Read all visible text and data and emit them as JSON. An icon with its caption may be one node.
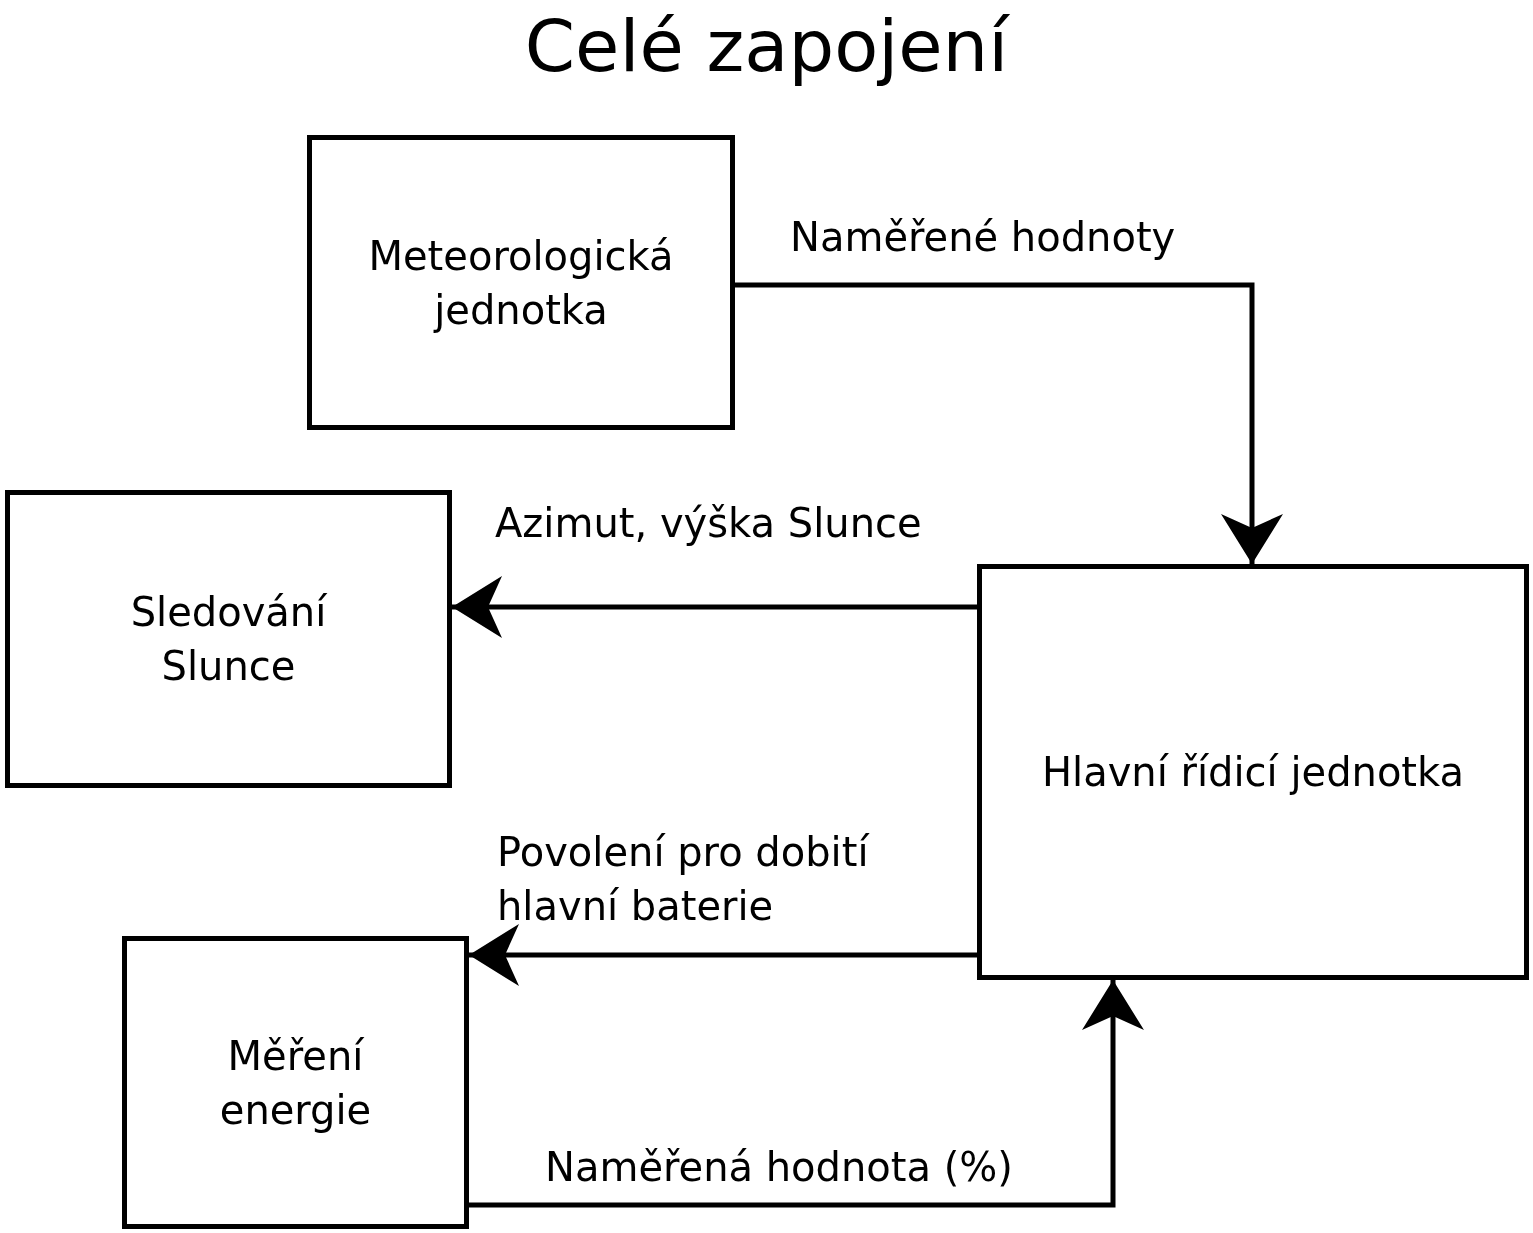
{
  "diagram": {
    "title": "Celé zapojení",
    "nodes": [
      {
        "text": [
          "Meteorologická jednotka"
        ]
      },
      {
        "text": [
          "Sledování Slunce"
        ]
      },
      {
        "text": [
          "Hlavní řídicí jednotka"
        ]
      },
      {
        "text": [
          "Měření energie"
        ]
      }
    ],
    "edges": [
      {
        "from": 0,
        "to": 2,
        "arrow": "to",
        "label": "Naměřené hodnoty"
      },
      {
        "from": 2,
        "to": 1,
        "arrow": "to",
        "label": "Azimut, výška Slunce"
      },
      {
        "from": 2,
        "to": 3,
        "arrow": "to",
        "label": "Povolení pro dobití hlavní baterie"
      },
      {
        "from": 3,
        "to": 2,
        "arrow": "to",
        "label": "Naměřená hodnota (%)"
      }
    ]
  }
}
